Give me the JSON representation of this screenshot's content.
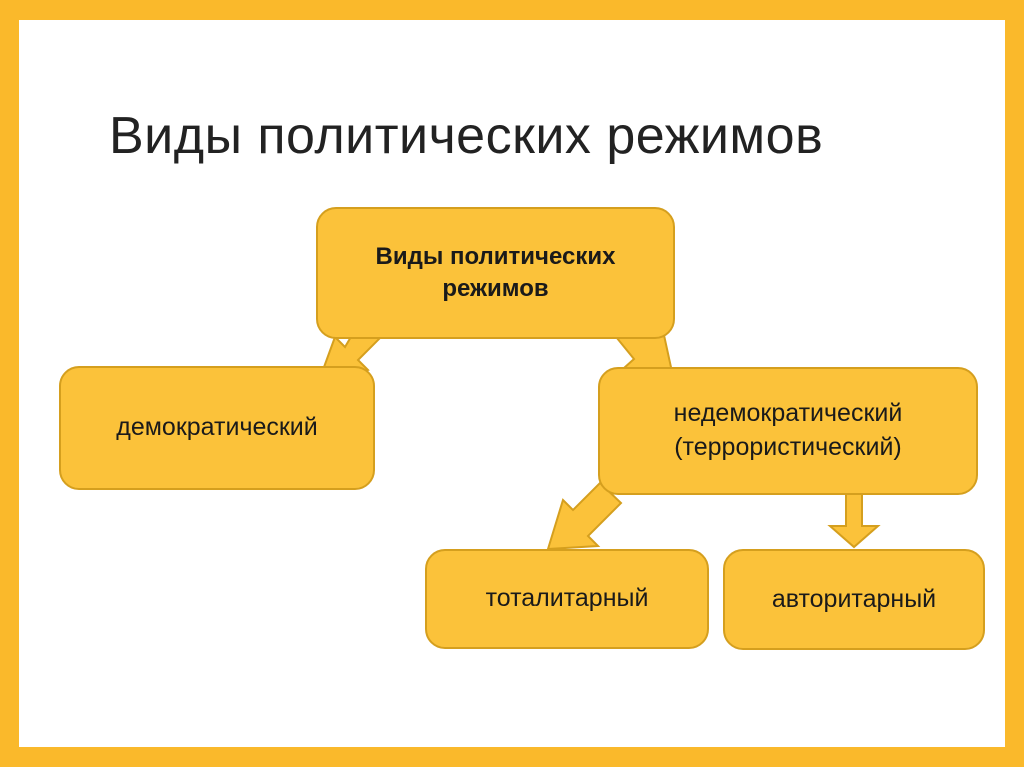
{
  "title": "Виды политических режимов",
  "diagram": {
    "root": {
      "label": "Виды политических режимов"
    },
    "democratic": {
      "label": "демократический"
    },
    "non_democratic": {
      "line1": "недемократический",
      "line2": "(террористический)"
    },
    "totalitarian": {
      "label": "тоталитарный"
    },
    "authoritarian": {
      "label": "авторитарный"
    },
    "edges": [
      {
        "from": "root",
        "to": "democratic"
      },
      {
        "from": "root",
        "to": "non_democratic"
      },
      {
        "from": "non_democratic",
        "to": "totalitarian"
      },
      {
        "from": "non_democratic",
        "to": "authoritarian"
      }
    ]
  },
  "colors": {
    "frame": "#fab92b",
    "box_fill": "#fbc23a",
    "box_border": "#d59f1e"
  }
}
